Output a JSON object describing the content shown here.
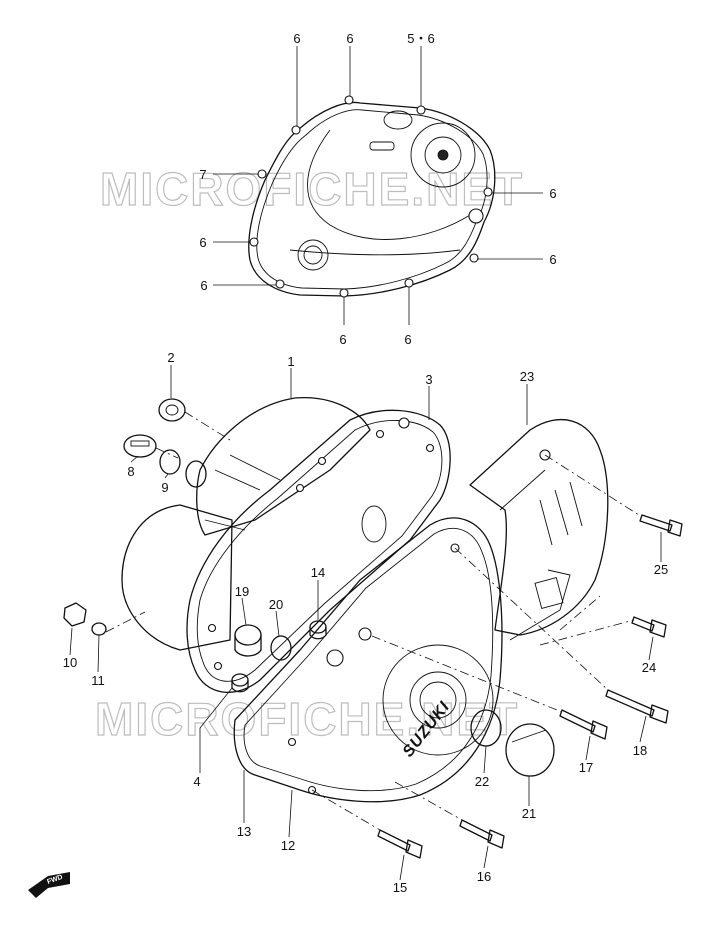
{
  "watermarks": [
    "MICROFICHE.NET",
    "MICROFICHE.NET"
  ],
  "direction_badge": "FWD",
  "brand_mark": "SUZUKI",
  "callouts": [
    {
      "id": "c-6a",
      "text": "6"
    },
    {
      "id": "c-6b",
      "text": "6"
    },
    {
      "id": "c-56",
      "text": "5・6"
    },
    {
      "id": "c-7",
      "text": "7"
    },
    {
      "id": "c-6c",
      "text": "6"
    },
    {
      "id": "c-6d",
      "text": "6"
    },
    {
      "id": "c-6e",
      "text": "6"
    },
    {
      "id": "c-6f",
      "text": "6"
    },
    {
      "id": "c-6g",
      "text": "6"
    },
    {
      "id": "c-6h",
      "text": "6"
    },
    {
      "id": "c-2",
      "text": "2"
    },
    {
      "id": "c-1",
      "text": "1"
    },
    {
      "id": "c-3",
      "text": "3"
    },
    {
      "id": "c-23",
      "text": "23"
    },
    {
      "id": "c-8",
      "text": "8"
    },
    {
      "id": "c-9",
      "text": "9"
    },
    {
      "id": "c-25",
      "text": "25"
    },
    {
      "id": "c-19",
      "text": "19"
    },
    {
      "id": "c-20",
      "text": "20"
    },
    {
      "id": "c-14",
      "text": "14"
    },
    {
      "id": "c-10",
      "text": "10"
    },
    {
      "id": "c-11",
      "text": "11"
    },
    {
      "id": "c-24",
      "text": "24"
    },
    {
      "id": "c-18",
      "text": "18"
    },
    {
      "id": "c-17",
      "text": "17"
    },
    {
      "id": "c-4",
      "text": "4"
    },
    {
      "id": "c-22",
      "text": "22"
    },
    {
      "id": "c-21",
      "text": "21"
    },
    {
      "id": "c-13",
      "text": "13"
    },
    {
      "id": "c-12",
      "text": "12"
    },
    {
      "id": "c-15",
      "text": "15"
    },
    {
      "id": "c-16",
      "text": "16"
    }
  ]
}
